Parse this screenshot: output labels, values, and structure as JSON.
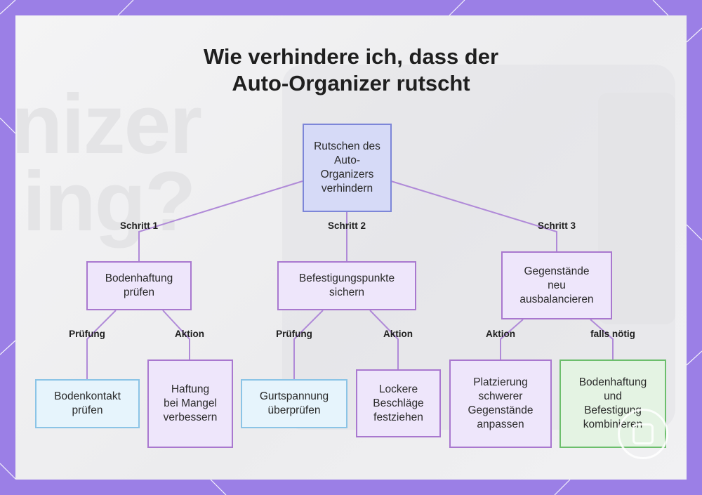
{
  "title": {
    "line1": "Wie verhindere ich, dass der",
    "line2": "Auto-Organizer rutscht"
  },
  "background_text": {
    "word1": "nizer",
    "word2": "ing?"
  },
  "nodes": {
    "root": "Rutschen des Auto-Organizers verhindern",
    "step1": "Bodenhaftung prüfen",
    "step2": "Befestigungspunkte sichern",
    "step3": "Gegenstände neu ausbalancieren",
    "leaf1": "Bodenkontakt prüfen",
    "leaf2": "Haftung bei Mangel verbessern",
    "leaf3": "Gurtspannung überprüfen",
    "leaf4": "Lockere Beschläge festziehen",
    "leaf5": "Platzierung schwerer Gegenstände anpassen",
    "leaf6": "Bodenhaftung und Befestigung kombinieren"
  },
  "edge_labels": {
    "step1": "Schritt 1",
    "step2": "Schritt 2",
    "step3": "Schritt 3",
    "leaf1": "Prüfung",
    "leaf2": "Aktion",
    "leaf3": "Prüfung",
    "leaf4": "Aktion",
    "leaf5": "Aktion",
    "leaf6": "falls nötig"
  },
  "colors": {
    "frame": "#9b7fe6",
    "root_fill": "#d6daf7",
    "root_border": "#7d86d8",
    "step_fill": "#eee6fb",
    "step_border": "#a978cf",
    "check_fill": "#e6f4fc",
    "check_border": "#8bc4e6",
    "optional_fill": "#e4f3e3",
    "optional_border": "#6cbe6c",
    "edge": "#b08ad8"
  },
  "icons": {
    "watermark": "circle-logo-icon"
  }
}
